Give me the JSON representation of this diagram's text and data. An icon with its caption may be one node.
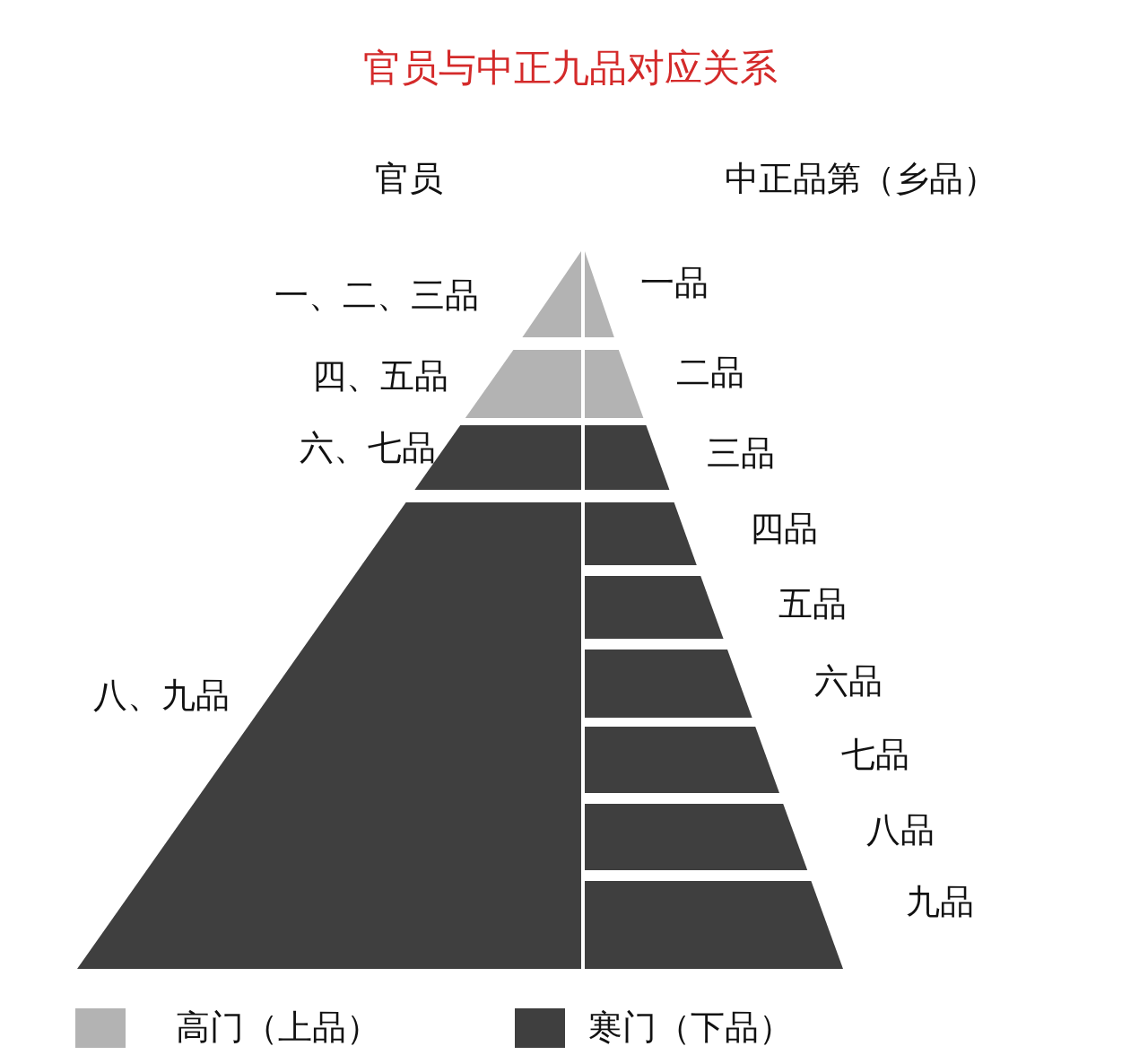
{
  "diagram": {
    "title": "官员与中正九品对应关系",
    "labels": [
      "官员",
      "中正品第（乡品）",
      "一、二、三品",
      "一品",
      "四、五品",
      "二品",
      "六、七品",
      "三品",
      "四品",
      "五品",
      "八、九品",
      "六品",
      "七品",
      "八品",
      "九品"
    ],
    "legend": [
      {
        "text": "高门（上品）",
        "color": "#b3b3b3"
      },
      {
        "text": "寒门（下品）",
        "color": "#3f3f3f"
      }
    ]
  }
}
